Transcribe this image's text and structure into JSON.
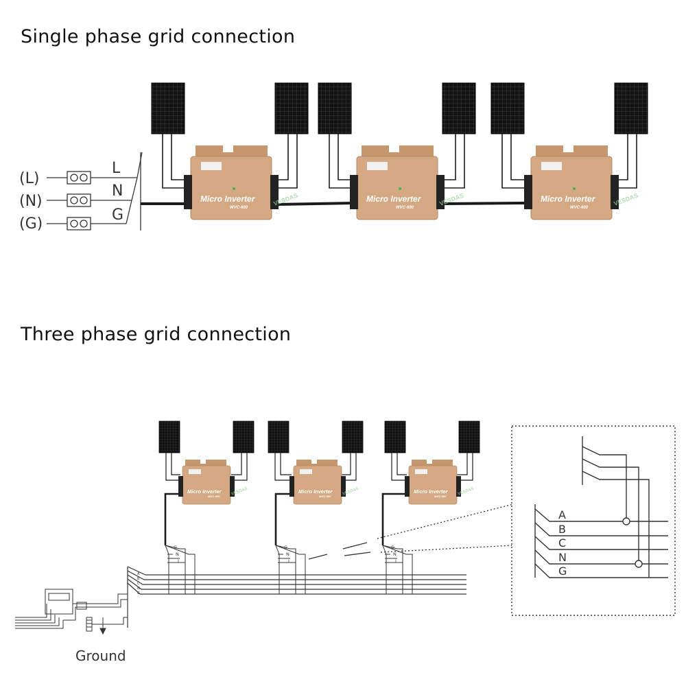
{
  "titles": {
    "single_phase": "Single phase grid connection",
    "three_phase": "Three phase grid connection"
  },
  "single_phase": {
    "terminal_labels": [
      "(L)",
      "(N)",
      "(G)"
    ],
    "line_labels": [
      "L",
      "N",
      "G"
    ]
  },
  "three_phase": {
    "phase_labels": [
      "A",
      "B",
      "C",
      "N",
      "G"
    ],
    "branch_labels": [
      "G",
      "N",
      "L"
    ],
    "ground_label": "Ground"
  },
  "inverter": {
    "name": "Micro Inverter",
    "model": "WVC-600",
    "watermark": "VESDAS",
    "body_color": "#d4a882",
    "accent_color": "#c6966c"
  }
}
